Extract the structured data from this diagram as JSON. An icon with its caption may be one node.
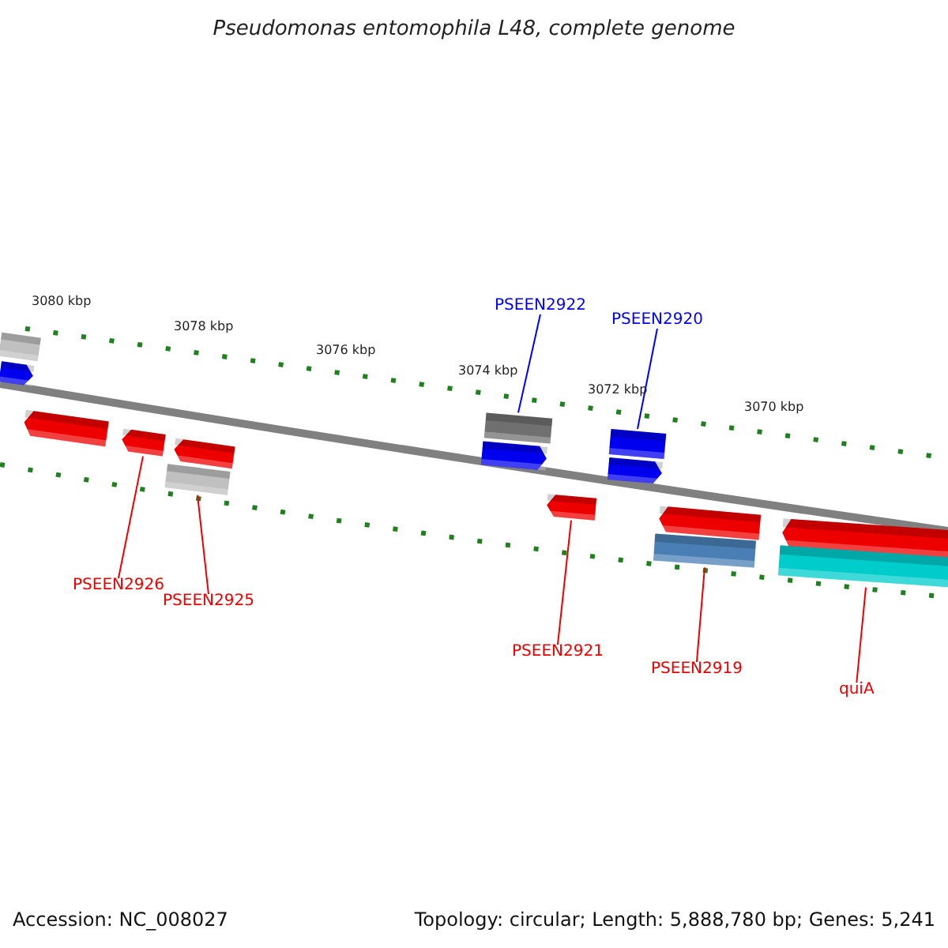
{
  "diagram": {
    "title": "Pseudomonas entomophila L48, complete genome",
    "nodes": [
      {
        "text": [
          "PSEEN2922"
        ]
      },
      {
        "text": [
          "PSEEN2920"
        ]
      },
      {
        "text": [],
        "shape": "bar"
      },
      {
        "text": [],
        "shape": "pentagon"
      },
      {
        "text": [],
        "shape": "pentagon"
      },
      {
        "text": [],
        "shape": "pentagon"
      },
      {
        "text": [],
        "shape": "pentagon"
      },
      {
        "text": [],
        "shape": "bar"
      },
      {
        "text": [],
        "shape": "bar"
      },
      {
        "text": [],
        "shape": "pentagon"
      },
      {
        "text": [],
        "shape": "bar"
      },
      {
        "text": [],
        "shape": "pentagon"
      },
      {
        "text": [],
        "shape": "pentagon"
      },
      {
        "text": [],
        "shape": "pentagon"
      },
      {
        "text": [],
        "shape": "bar"
      },
      {
        "text": [],
        "shape": "pentagon"
      },
      {
        "text": [],
        "shape": "bar"
      },
      {
        "text": [
          "PSEEN2926"
        ]
      },
      {
        "text": [
          "PSEEN2925"
        ]
      },
      {
        "text": [
          "PSEEN2921"
        ]
      },
      {
        "text": [
          "PSEEN2919"
        ]
      },
      {
        "text": [
          "quiA"
        ]
      }
    ],
    "edges": [
      {
        "from": 0,
        "to": 8,
        "arrow": "none",
        "color": "#0000ff"
      },
      {
        "from": 1,
        "to": 10,
        "arrow": "none",
        "color": "#0000ff"
      },
      {
        "from": 17,
        "to": 5,
        "arrow": "none"
      },
      {
        "from": 18,
        "to": 7,
        "arrow": "none"
      },
      {
        "from": 19,
        "to": 12,
        "arrow": "none"
      },
      {
        "from": 20,
        "to": 14,
        "arrow": "none"
      },
      {
        "from": 21,
        "to": 16,
        "arrow": "none"
      }
    ],
    "labels": [
      "3080 kbp",
      "3078 kbp",
      "3076 kbp",
      "3074 kbp",
      "3072 kbp",
      "3070 kbp",
      "Accession: NC_008027",
      "Topology: circular; Length: 5,888,780 bp; Genes: 5,241"
    ]
  }
}
